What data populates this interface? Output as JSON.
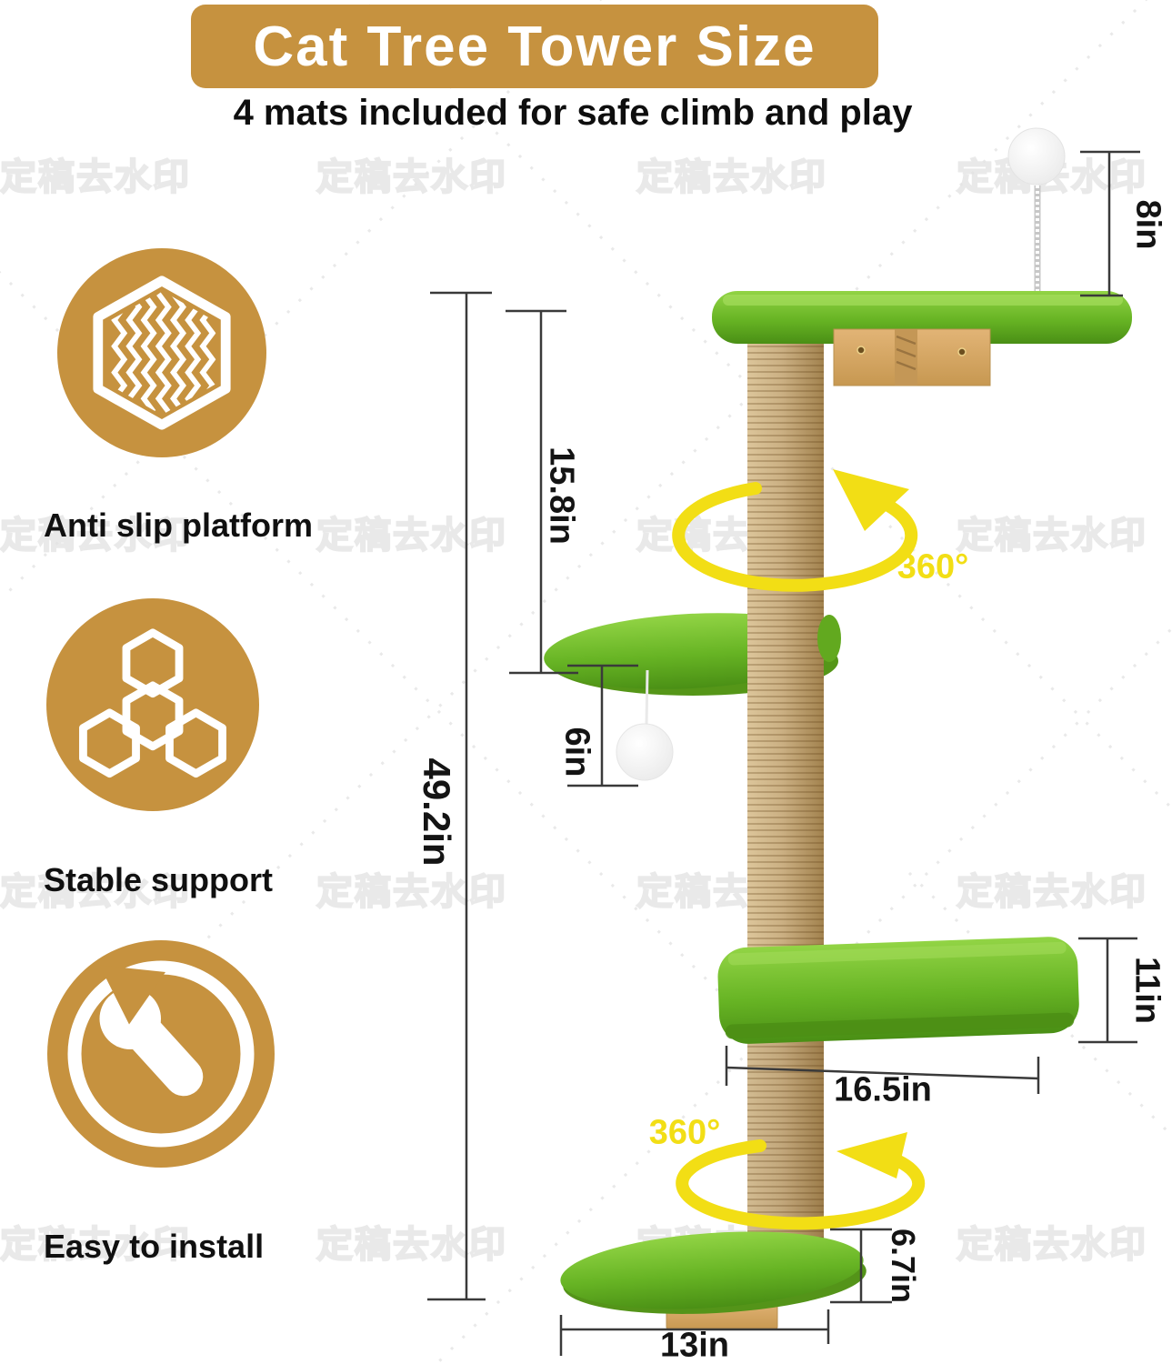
{
  "header": {
    "title": "Cat Tree Tower Size",
    "subtitle": "4 mats included for safe climb and play"
  },
  "features": [
    {
      "icon": "anti-slip-hexagon-icon",
      "label": "Anti slip platform"
    },
    {
      "icon": "honeycomb-icon",
      "label": "Stable support"
    },
    {
      "icon": "wrench-icon",
      "label": "Easy to install"
    }
  ],
  "dimensions": {
    "spring_toy_height": "8in",
    "top_to_middle_platform": "15.8in",
    "total_height": "49.2in",
    "ball_drop_length": "6in",
    "large_platform_depth": "11in",
    "large_platform_width": "16.5in",
    "rotation_top": "360°",
    "rotation_bottom": "360°",
    "bottom_platform_height": "6.7in",
    "bottom_platform_width": "13in"
  },
  "watermark": {
    "text": "定稿去水印"
  },
  "colors": {
    "gold_accent": "#C6923F",
    "platform_green": "#6FBE2A",
    "arrow_yellow": "#F2DE15",
    "post_tan": "#C9AE7E",
    "wood": "#D6A863"
  }
}
